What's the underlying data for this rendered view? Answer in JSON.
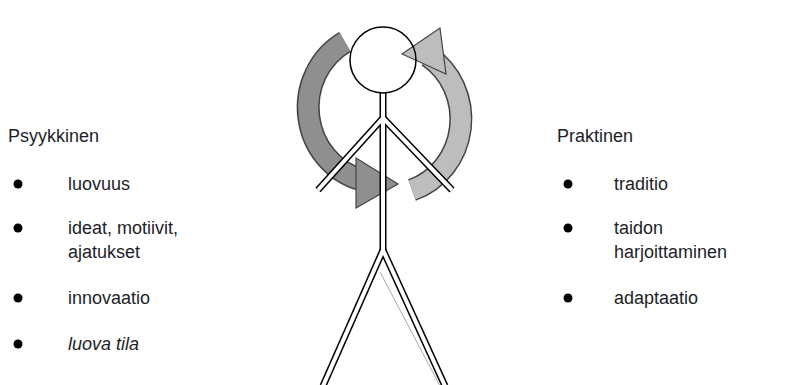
{
  "diagram": {
    "labels": [
      "Psyykkinen",
      "luovuus",
      "ideat, motiivit, ajatukset",
      "innovaatio",
      "luova tila",
      "Praktinen",
      "traditio",
      "taidon harjoittaminen",
      "adaptaatio"
    ]
  }
}
